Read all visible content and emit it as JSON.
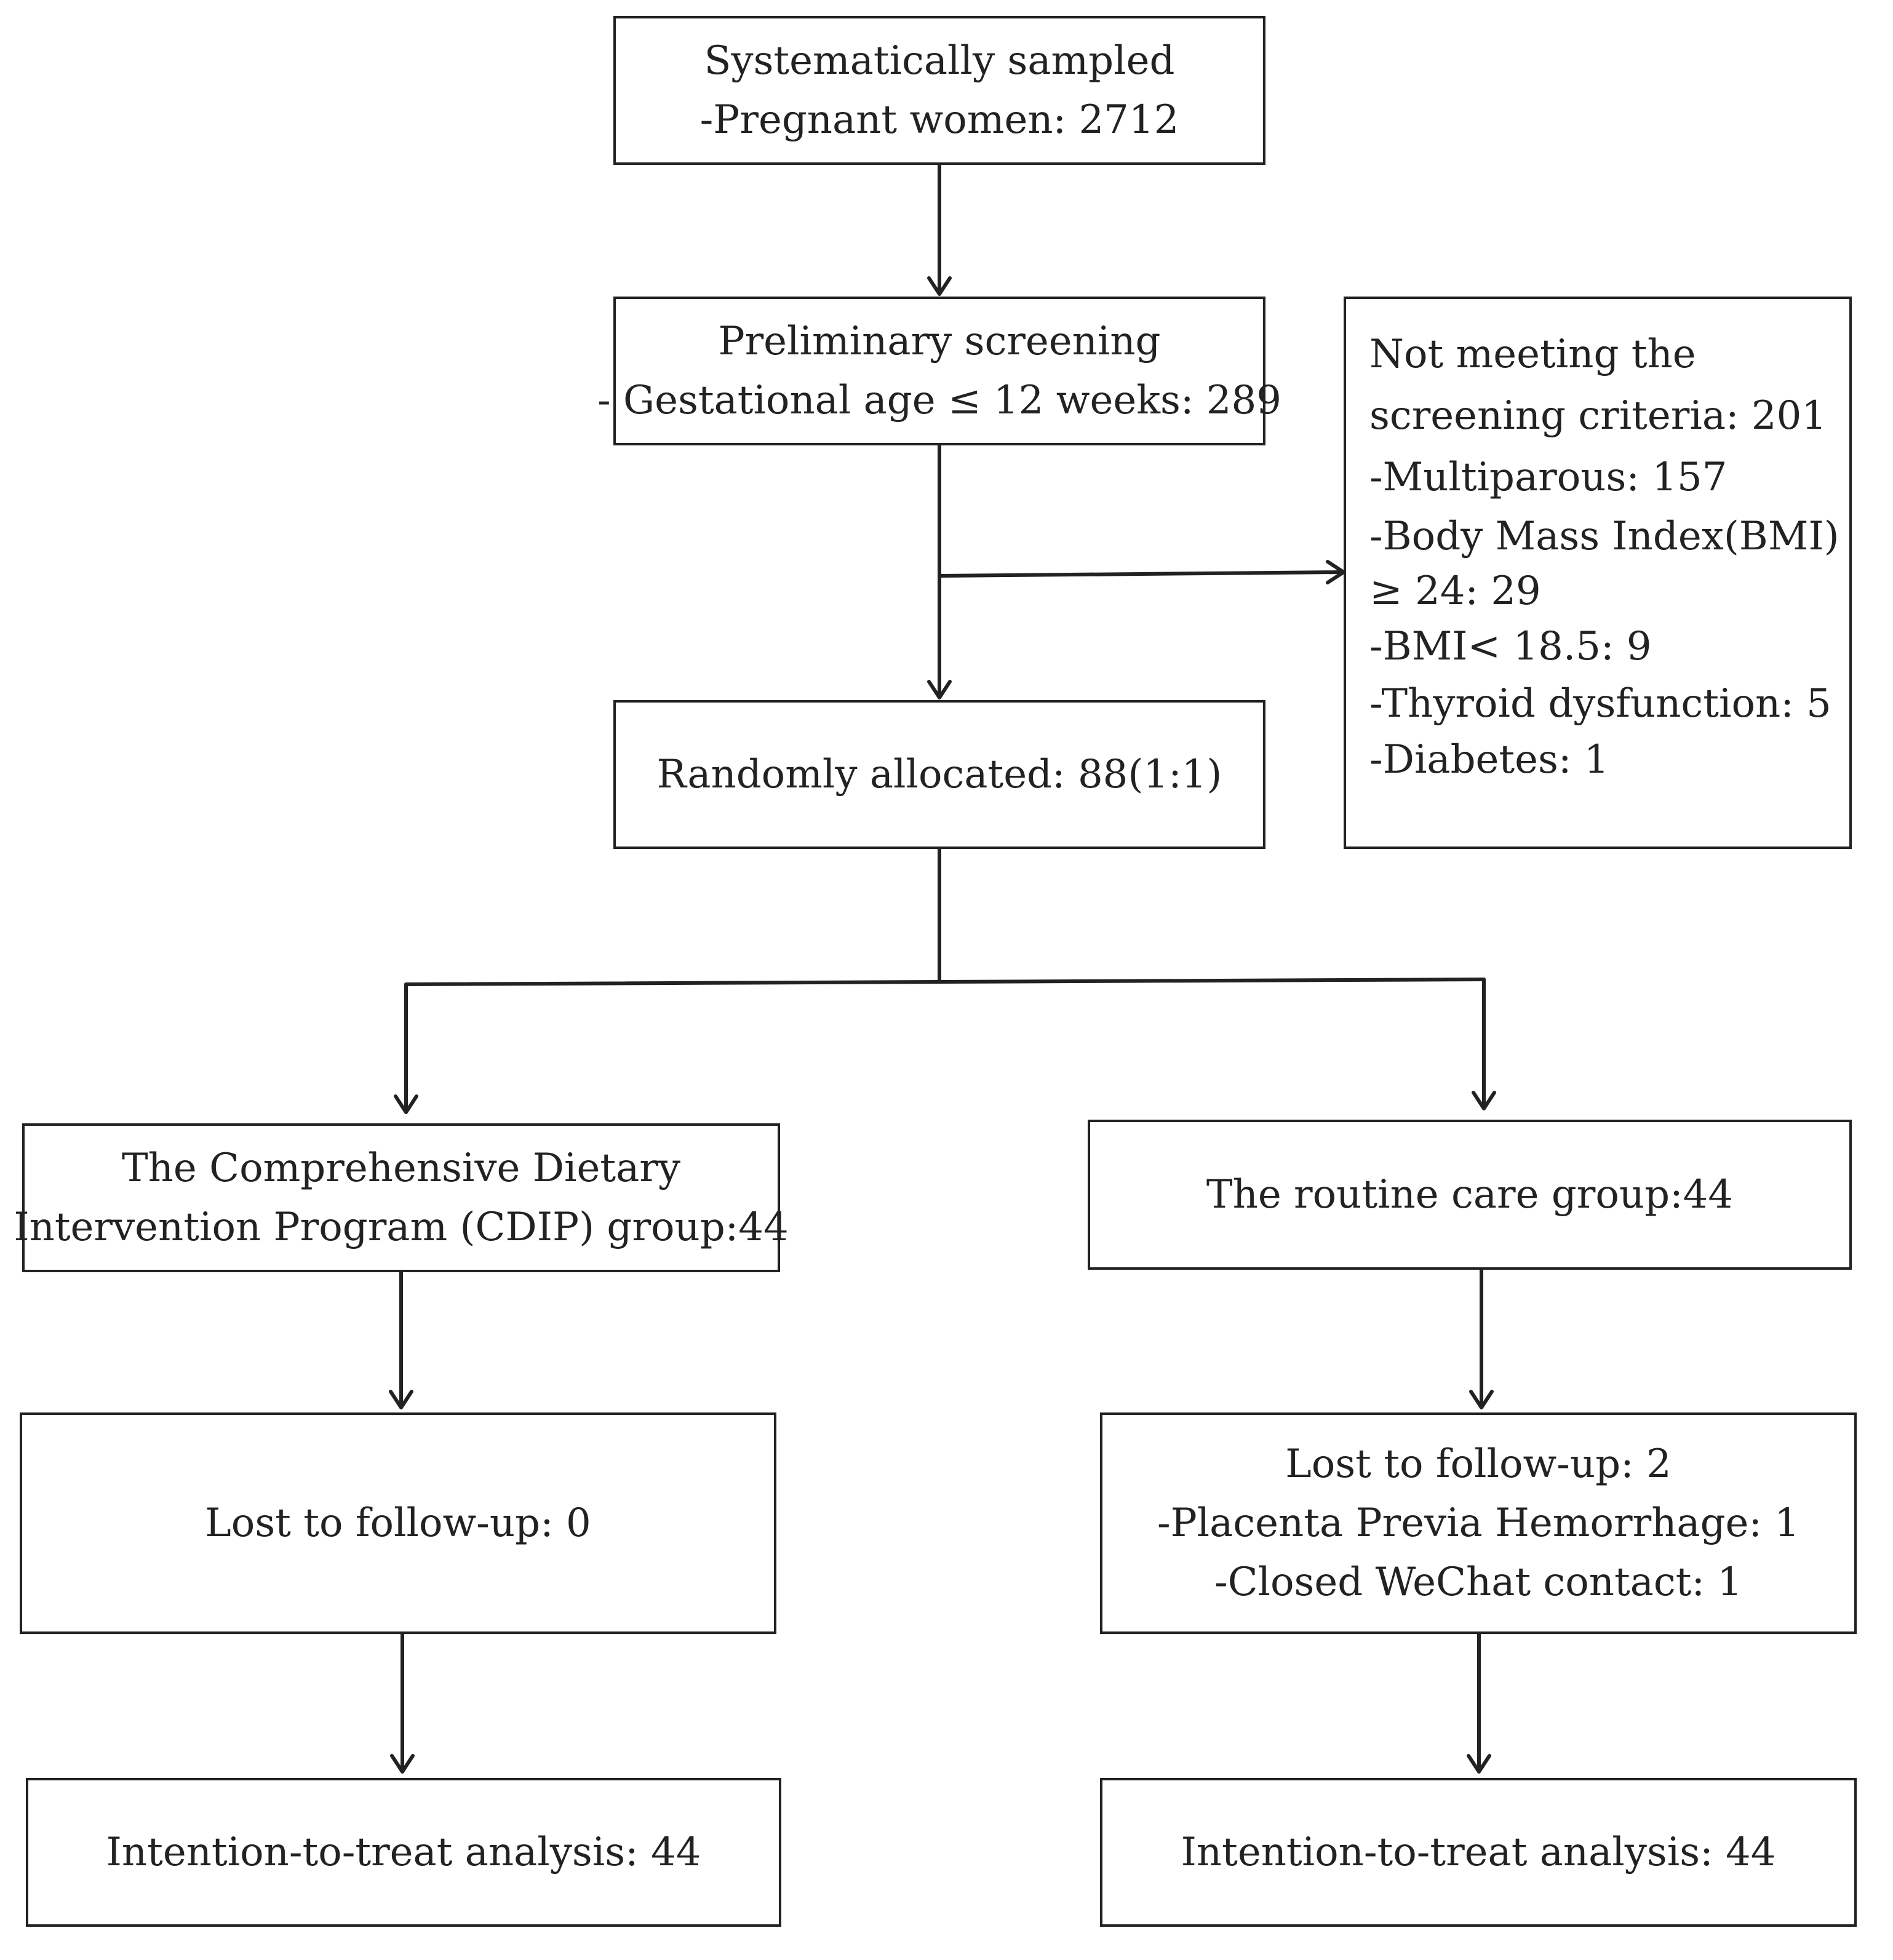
{
  "boxes": {
    "sampled": [
      "Systematically sampled",
      "-Pregnant women: 2712"
    ],
    "screening": [
      "Preliminary screening",
      "- Gestational age ≤ 12 weeks: 289"
    ],
    "excluded": [
      "Not meeting the",
      "screening criteria: 201",
      "-Multiparous: 157",
      "-Body Mass Index(BMI)",
      "≥ 24: 29",
      "-BMI< 18.5: 9",
      "-Thyroid dysfunction: 5",
      "-Diabetes: 1"
    ],
    "randomized": [
      "Randomly allocated: 88(1:1)"
    ],
    "cdip_group": [
      "The Comprehensive Dietary",
      "Intervention Program (CDIP) group:44"
    ],
    "routine_group": [
      "The routine care group:44"
    ],
    "cdip_lost": [
      "Lost to follow-up: 0"
    ],
    "routine_lost": [
      "Lost to follow-up: 2",
      "-Placenta Previa Hemorrhage: 1",
      "-Closed WeChat contact: 1"
    ],
    "cdip_itt": [
      "Intention-to-treat analysis: 44"
    ],
    "routine_itt": [
      "Intention-to-treat analysis: 44"
    ]
  },
  "colors": {
    "stroke": "#222222",
    "text": "#222222",
    "background": "#ffffff"
  }
}
